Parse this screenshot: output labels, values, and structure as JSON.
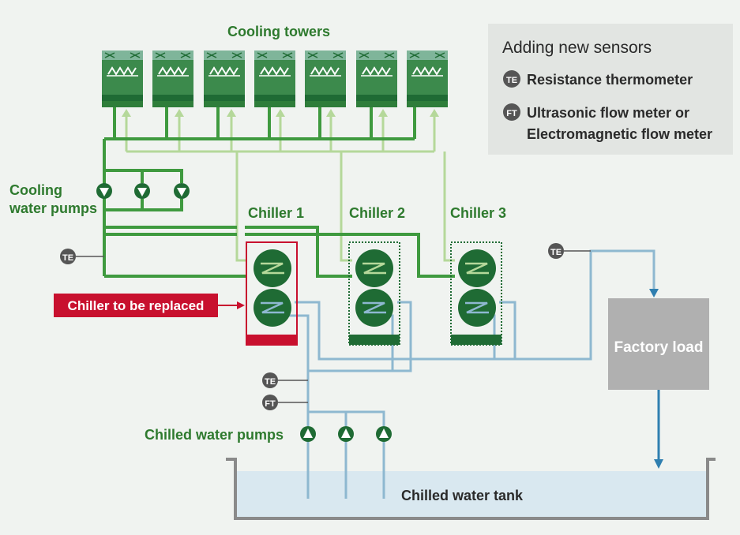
{
  "diagram": {
    "cooling_towers_label": "Cooling towers",
    "cooling_water_pumps_label_line1": "Cooling",
    "cooling_water_pumps_label_line2": "water pumps",
    "chillers": [
      {
        "label": "Chiller 1"
      },
      {
        "label": "Chiller 2"
      },
      {
        "label": "Chiller 3"
      }
    ],
    "replace_callout": "Chiller to be replaced",
    "factory_load_label": "Factory load",
    "chilled_water_pumps_label": "Chilled water pumps",
    "chilled_water_tank_label": "Chilled water tank",
    "sensor_te": "TE",
    "sensor_ft": "FT"
  },
  "legend": {
    "title": "Adding new sensors",
    "te_badge": "TE",
    "te_text": "Resistance thermometer",
    "ft_badge": "FT",
    "ft_text_line1": "Ultrasonic flow meter or",
    "ft_text_line2": "Electromagnetic flow meter"
  },
  "colors": {
    "dark_green": "#1f6b34",
    "pipe_green": "#3f9a3f",
    "light_green_pipe": "#b5d89a",
    "chilled_pipe": "#8eb8d0",
    "replace_red": "#c8102e",
    "factory_gray": "#b0b0b0",
    "tank_water": "#d9e8f0",
    "legend_bg": "#e2e5e2"
  }
}
